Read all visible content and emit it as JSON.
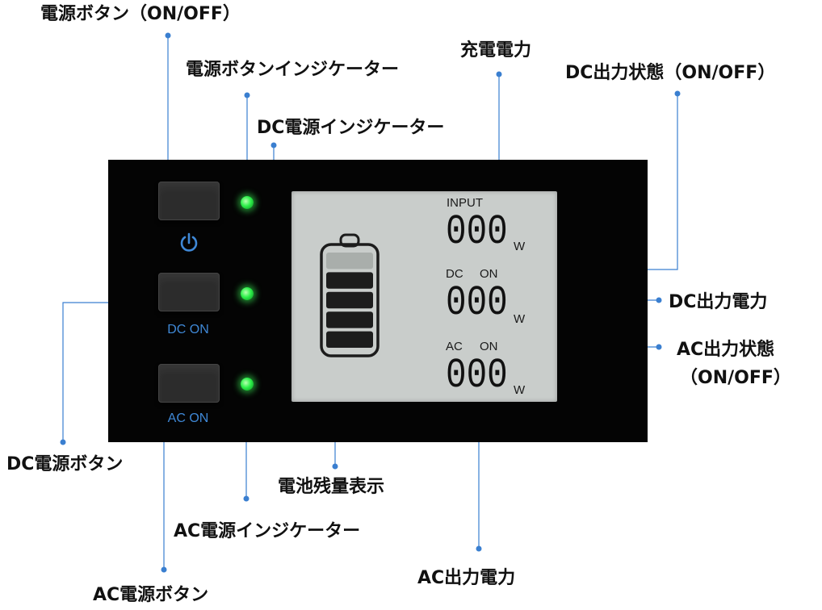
{
  "callouts": {
    "power_button": "電源ボタン（ON/OFF）",
    "power_indicator": "電源ボタンインジケーター",
    "dc_indicator": "DC電源インジケーター",
    "charge_power": "充電電力",
    "dc_output_state": "DC出力状態（ON/OFF）",
    "dc_output_power": "DC出力電力",
    "ac_output_state_line1": "AC出力状態",
    "ac_output_state_line2": "（ON/OFF）",
    "dc_power_button": "DC電源ボタン",
    "battery_level": "電池残量表示",
    "ac_indicator": "AC電源インジケーター",
    "ac_output_power": "AC出力電力",
    "ac_power_button": "AC電源ボタン"
  },
  "panel": {
    "dc_button_label": "DC ON",
    "ac_button_label": "AC ON"
  },
  "lcd": {
    "input_label": "INPUT",
    "input_value": "000",
    "input_unit": "W",
    "dc_label": "DC",
    "dc_state": "ON",
    "dc_value": "000",
    "dc_unit": "W",
    "ac_label": "AC",
    "ac_state": "ON",
    "ac_value": "000",
    "ac_unit": "W",
    "battery_bars_lit": 4,
    "battery_bars_total": 5
  },
  "colors": {
    "panel": "#040404",
    "lcd_background": "#c9cdcb",
    "led_green": "#2df04a",
    "label_blue": "#3f88d6",
    "leader_line": "#3a7fd0"
  },
  "icons": {
    "power_symbol": "power-icon",
    "battery": "battery-icon"
  }
}
